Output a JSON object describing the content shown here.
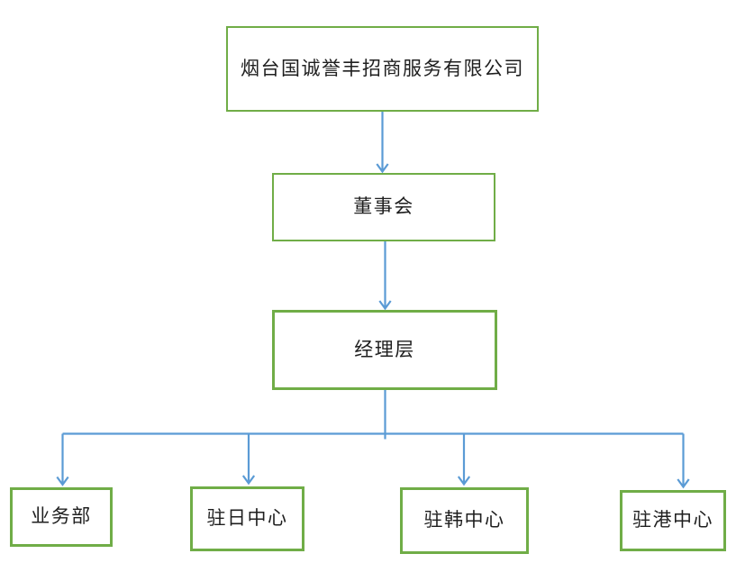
{
  "diagram": {
    "type": "org-chart",
    "colors": {
      "box_border": "#70ad47",
      "connector": "#5b9bd5",
      "text": "#1f1f1f",
      "background": "#ffffff"
    },
    "nodes": {
      "company": {
        "label": "烟台国诚誉丰招商服务有限公司",
        "level": 0
      },
      "board": {
        "label": "董事会",
        "level": 1
      },
      "management": {
        "label": "经理层",
        "level": 2
      },
      "business": {
        "label": "业务部",
        "level": 3
      },
      "japan_center": {
        "label": "驻日中心",
        "level": 3
      },
      "korea_center": {
        "label": "驻韩中心",
        "level": 3
      },
      "hk_center": {
        "label": "驻港中心",
        "level": 3
      }
    },
    "edges": [
      {
        "from": "company",
        "to": "board"
      },
      {
        "from": "board",
        "to": "management"
      },
      {
        "from": "management",
        "to": "business"
      },
      {
        "from": "management",
        "to": "japan_center"
      },
      {
        "from": "management",
        "to": "korea_center"
      },
      {
        "from": "management",
        "to": "hk_center"
      }
    ]
  }
}
